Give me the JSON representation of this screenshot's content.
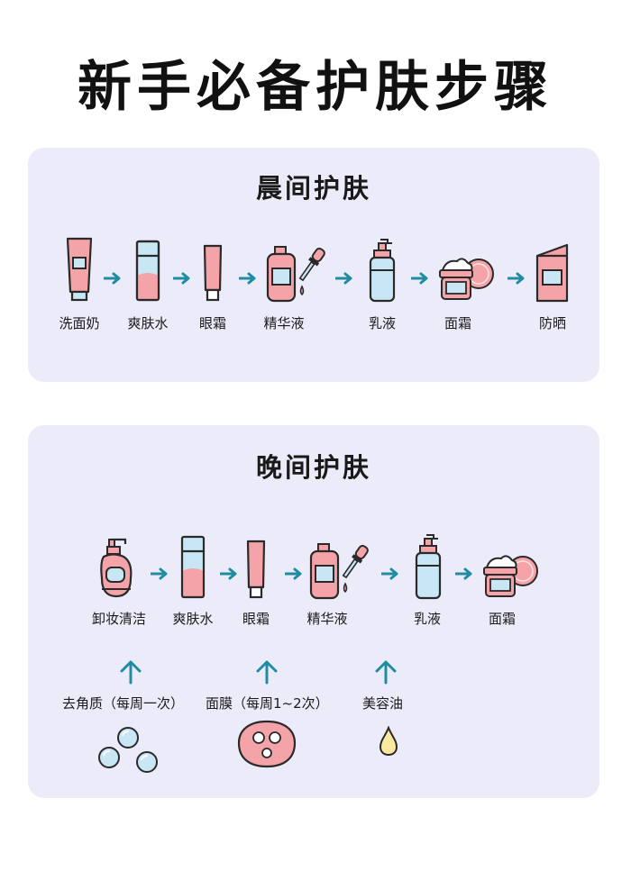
{
  "title": "新手必备护肤步骤",
  "colors": {
    "panel_bg": "#ecebfa",
    "pink": "#f4a3a8",
    "light_blue": "#c9e6f4",
    "arrow_teal": "#1f8ca3",
    "outline": "#2a2a2a",
    "cream": "#fbe9a0"
  },
  "morning": {
    "title": "晨间护肤",
    "steps": [
      {
        "label": "洗面奶",
        "icon": "cleanser-tube-icon"
      },
      {
        "label": "爽肤水",
        "icon": "toner-bottle-icon"
      },
      {
        "label": "眼霜",
        "icon": "eye-cream-tube-icon"
      },
      {
        "label": "精华液",
        "icon": "serum-dropper-icon"
      },
      {
        "label": "乳液",
        "icon": "lotion-pump-icon"
      },
      {
        "label": "面霜",
        "icon": "face-cream-jar-icon"
      },
      {
        "label": "防晒",
        "icon": "sunscreen-bottle-icon"
      }
    ]
  },
  "evening": {
    "title": "晚间护肤",
    "steps": [
      {
        "label": "卸妆清洁",
        "icon": "makeup-remover-pump-icon"
      },
      {
        "label": "爽肤水",
        "icon": "toner-bottle-icon"
      },
      {
        "label": "眼霜",
        "icon": "eye-cream-tube-icon"
      },
      {
        "label": "精华液",
        "icon": "serum-dropper-icon"
      },
      {
        "label": "乳液",
        "icon": "lotion-pump-icon"
      },
      {
        "label": "面霜",
        "icon": "face-cream-jar-icon"
      }
    ],
    "extras": [
      {
        "label": "去角质（每周一次）",
        "icon": "exfoliant-bubbles-icon"
      },
      {
        "label": "面膜（每周1~2次）",
        "icon": "sheet-mask-icon"
      },
      {
        "label": "美容油",
        "icon": "oil-drop-icon"
      }
    ]
  }
}
